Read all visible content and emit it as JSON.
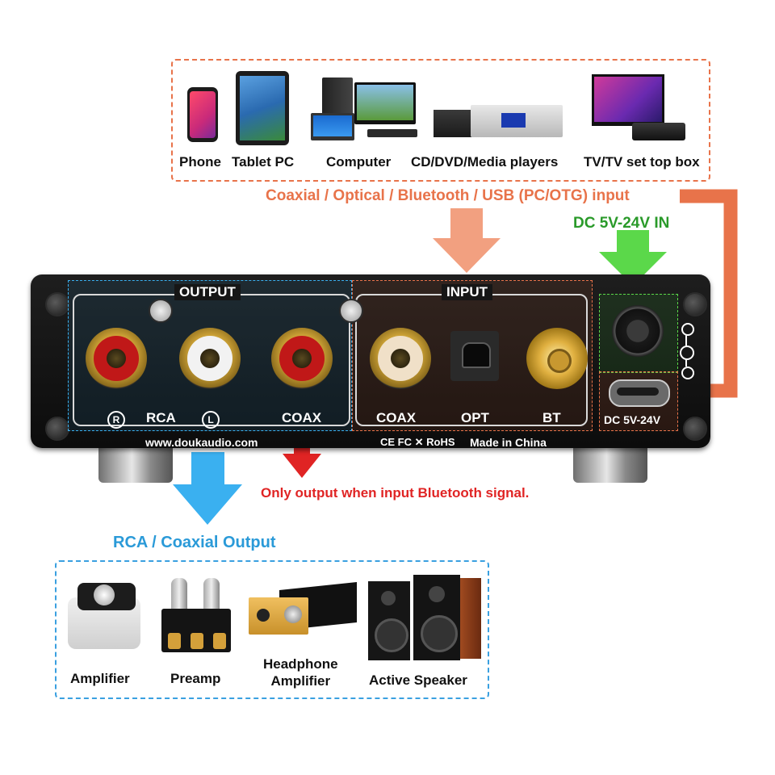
{
  "sources": {
    "items": [
      {
        "label": "Phone",
        "icon": "phone-icon"
      },
      {
        "label": "Tablet PC",
        "icon": "tablet-icon"
      },
      {
        "label": "Computer",
        "icon": "computer-icon"
      },
      {
        "label": "CD/DVD/Media players",
        "icon": "media-player-icon"
      },
      {
        "label": "TV/TV set top box",
        "icon": "tv-icon"
      }
    ]
  },
  "input_callout": "Coaxial / Optical / Bluetooth / USB (PC/OTG)  input",
  "dc_callout": "DC 5V-24V IN",
  "panel": {
    "output_title": "OUTPUT",
    "input_title": "INPUT",
    "r_mark": "R",
    "rca_label": "RCA",
    "l_mark": "L",
    "coax_out_label": "COAX",
    "coax_in_label": "COAX",
    "opt_label": "OPT",
    "bt_label": "BT",
    "usb_label": "DC 5V-24V",
    "website": "www.doukaudio.com",
    "certs": "CE FC ✕ RoHS",
    "made_in": "Made in China"
  },
  "bt_note": "Only output when input Bluetooth signal.",
  "output_callout": "RCA / Coaxial Output",
  "outputs": {
    "items": [
      {
        "label": "Amplifier",
        "icon": "amplifier-icon"
      },
      {
        "label": "Preamp",
        "icon": "preamp-icon"
      },
      {
        "label": "Headphone\nAmplifier",
        "icon": "headphone-amplifier-icon"
      },
      {
        "label": "Active Speaker",
        "icon": "speaker-icon"
      }
    ]
  },
  "colors": {
    "orange": "#e8734a",
    "green": "#3cb83c",
    "blue": "#3aa0e0",
    "red": "#e02424"
  }
}
